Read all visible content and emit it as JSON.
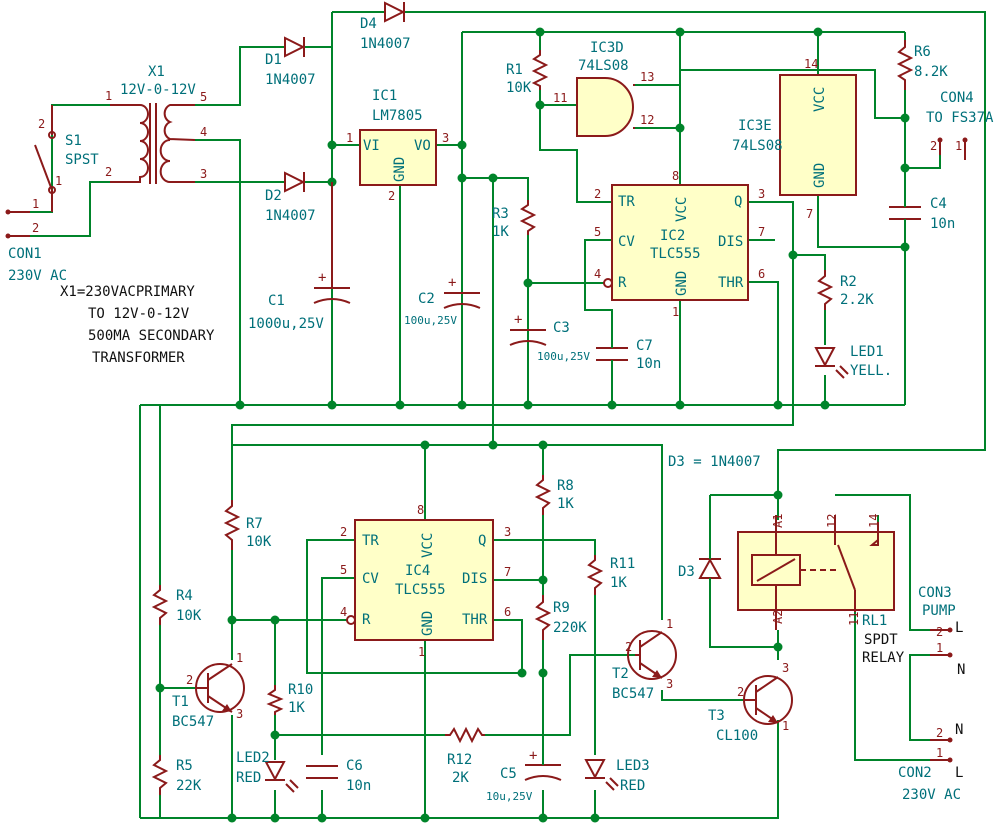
{
  "components": {
    "CON1": {
      "ref": "CON1",
      "value": "230V AC",
      "pin1": "1",
      "pin2": "2"
    },
    "S1": {
      "ref": "S1",
      "value": "SPST",
      "pin1": "1",
      "pin2": "2"
    },
    "X1": {
      "ref": "X1",
      "value": "12V-0-12V",
      "p1": "1",
      "p2": "2",
      "p3": "3",
      "p4": "4",
      "p5": "5"
    },
    "note": [
      "X1=230VACPRIMARY",
      "TO 12V-0-12V",
      "500MA SECONDARY",
      "TRANSFORMER"
    ],
    "D1": {
      "ref": "D1",
      "value": "1N4007"
    },
    "D2": {
      "ref": "D2",
      "value": "1N4007"
    },
    "D4": {
      "ref": "D4",
      "value": "1N4007"
    },
    "C1": {
      "ref": "C1",
      "value": "1000u,25V"
    },
    "IC1": {
      "ref": "IC1",
      "value": "LM7805",
      "vi": "VI",
      "vo": "VO",
      "gnd": "GND",
      "p1": "1",
      "p2": "2",
      "p3": "3"
    },
    "C2": {
      "ref": "C2",
      "value": "100u,25V"
    },
    "R1": {
      "ref": "R1",
      "value": "10K"
    },
    "IC3D": {
      "ref": "IC3D",
      "value": "74LS08",
      "p11": "11",
      "p12": "12",
      "p13": "13"
    },
    "IC2": {
      "ref": "IC2",
      "value": "TLC555",
      "tr": "TR",
      "cv": "CV",
      "r": "R",
      "vcc": "VCC",
      "gnd": "GND",
      "q": "Q",
      "dis": "DIS",
      "thr": "THR",
      "p1": "1",
      "p2": "2",
      "p3": "3",
      "p4": "4",
      "p5": "5",
      "p6": "6",
      "p7": "7",
      "p8": "8"
    },
    "R3": {
      "ref": "R3",
      "value": "1K"
    },
    "C3": {
      "ref": "C3",
      "value": "100u,25V"
    },
    "C7": {
      "ref": "C7",
      "value": "10n"
    },
    "IC3E": {
      "ref": "IC3E",
      "value": "74LS08",
      "vcc": "VCC",
      "gnd": "GND",
      "p14": "14",
      "p7": "7"
    },
    "R6": {
      "ref": "R6",
      "value": "8.2K"
    },
    "CON4": {
      "ref": "CON4",
      "value": "TO FS37A",
      "pin1": "1",
      "pin2": "2"
    },
    "C4": {
      "ref": "C4",
      "value": "10n"
    },
    "R2": {
      "ref": "R2",
      "value": "2.2K"
    },
    "LED1": {
      "ref": "LED1",
      "value": "YELL."
    },
    "D3note": "D3 = 1N4007",
    "R7": {
      "ref": "R7",
      "value": "10K"
    },
    "IC4": {
      "ref": "IC4",
      "value": "TLC555",
      "tr": "TR",
      "cv": "CV",
      "r": "R",
      "vcc": "VCC",
      "gnd": "GND",
      "q": "Q",
      "dis": "DIS",
      "thr": "THR",
      "p1": "1",
      "p2": "2",
      "p3": "3",
      "p4": "4",
      "p5": "5",
      "p6": "6",
      "p7": "7",
      "p8": "8"
    },
    "R8": {
      "ref": "R8",
      "value": "1K"
    },
    "R9": {
      "ref": "R9",
      "value": "220K"
    },
    "R11": {
      "ref": "R11",
      "value": "1K"
    },
    "R4": {
      "ref": "R4",
      "value": "10K"
    },
    "T1": {
      "ref": "T1",
      "value": "BC547",
      "p1": "1",
      "p2": "2",
      "p3": "3"
    },
    "R5": {
      "ref": "R5",
      "value": "22K"
    },
    "R10": {
      "ref": "R10",
      "value": "1K"
    },
    "LED2": {
      "ref": "LED2",
      "value": "RED"
    },
    "C6": {
      "ref": "C6",
      "value": "10n"
    },
    "R12": {
      "ref": "R12",
      "value": "2K"
    },
    "C5": {
      "ref": "C5",
      "value": "10u,25V"
    },
    "LED3": {
      "ref": "LED3",
      "value": "RED"
    },
    "T2": {
      "ref": "T2",
      "value": "BC547",
      "p1": "1",
      "p2": "2",
      "p3": "3"
    },
    "T3": {
      "ref": "T3",
      "value": "CL100",
      "p1": "1",
      "p2": "2",
      "p3": "3"
    },
    "D3": {
      "ref": "D3"
    },
    "RL1": {
      "ref": "RL1",
      "value": "SPDT",
      "value2": "RELAY",
      "a1": "A1",
      "a2": "A2",
      "p11": "11",
      "p12": "12",
      "p14": "14"
    },
    "CON3": {
      "ref": "CON3",
      "value": "PUMP",
      "pin1": "1",
      "pin2": "2",
      "L": "L",
      "N": "N"
    },
    "CON2": {
      "ref": "CON2",
      "value": "230V AC",
      "pin1": "1",
      "pin2": "2",
      "L": "L",
      "N": "N"
    }
  }
}
